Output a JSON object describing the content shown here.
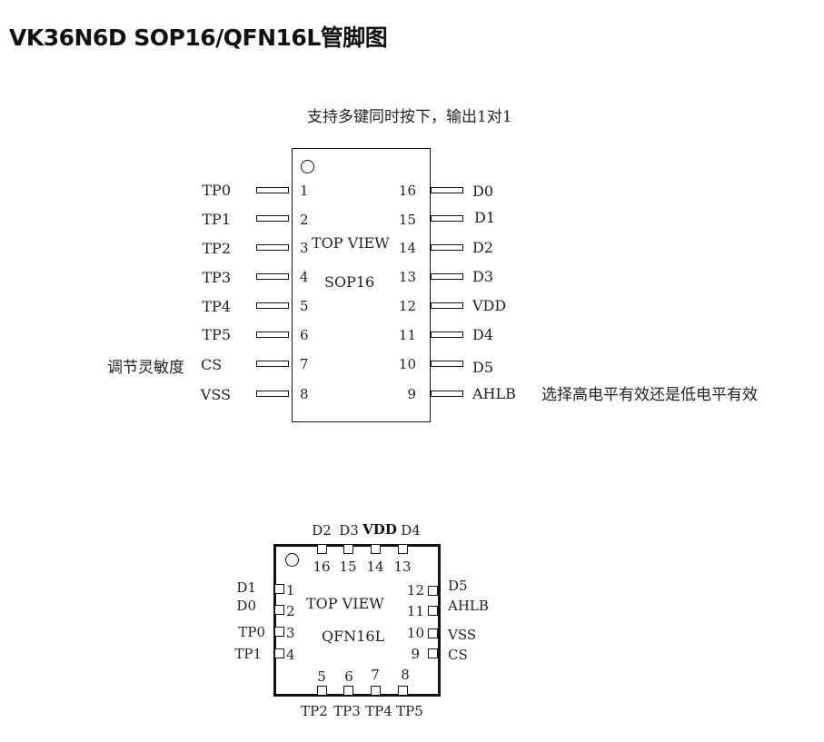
{
  "title": "VK36N6D   SOP16/QFN16L管脚图",
  "sop": {
    "note": "支持多键同时按下，输出1对1",
    "view": "TOP VIEW",
    "package": "SOP16",
    "left_pins": [
      {
        "num": "1",
        "name": "TP0"
      },
      {
        "num": "2",
        "name": "TP1"
      },
      {
        "num": "3",
        "name": "TP2"
      },
      {
        "num": "4",
        "name": "TP3"
      },
      {
        "num": "5",
        "name": "TP4"
      },
      {
        "num": "6",
        "name": "TP5"
      },
      {
        "num": "7",
        "name": "CS"
      },
      {
        "num": "8",
        "name": "VSS"
      }
    ],
    "right_pins": [
      {
        "num": "16",
        "name": "D0"
      },
      {
        "num": "15",
        "name": "D1"
      },
      {
        "num": "14",
        "name": "D2"
      },
      {
        "num": "13",
        "name": "D3"
      },
      {
        "num": "12",
        "name": "VDD"
      },
      {
        "num": "11",
        "name": "D4"
      },
      {
        "num": "10",
        "name": "D5"
      },
      {
        "num": "9",
        "name": "AHLB"
      }
    ],
    "cs_annotation": "调节灵敏度",
    "ahlb_annotation": "选择高电平有效还是低电平有效"
  },
  "qfn": {
    "view": "TOP VIEW",
    "package": "QFN16L",
    "top_pins": [
      {
        "num": "16",
        "name": "D2"
      },
      {
        "num": "15",
        "name": "D3"
      },
      {
        "num": "14",
        "name": "VDD"
      },
      {
        "num": "13",
        "name": "D4"
      }
    ],
    "left_pins": [
      {
        "num": "1",
        "name": "D1"
      },
      {
        "num": "2",
        "name": "D0"
      },
      {
        "num": "3",
        "name": "TP0"
      },
      {
        "num": "4",
        "name": "TP1"
      }
    ],
    "right_pins": [
      {
        "num": "12",
        "name": "D5"
      },
      {
        "num": "11",
        "name": "AHLB"
      },
      {
        "num": "10",
        "name": "VSS"
      },
      {
        "num": "9",
        "name": "CS"
      }
    ],
    "bottom_pins": [
      {
        "num": "5",
        "name": "TP2"
      },
      {
        "num": "6",
        "name": "TP3"
      },
      {
        "num": "7",
        "name": "TP4"
      },
      {
        "num": "8",
        "name": "TP5"
      }
    ]
  }
}
